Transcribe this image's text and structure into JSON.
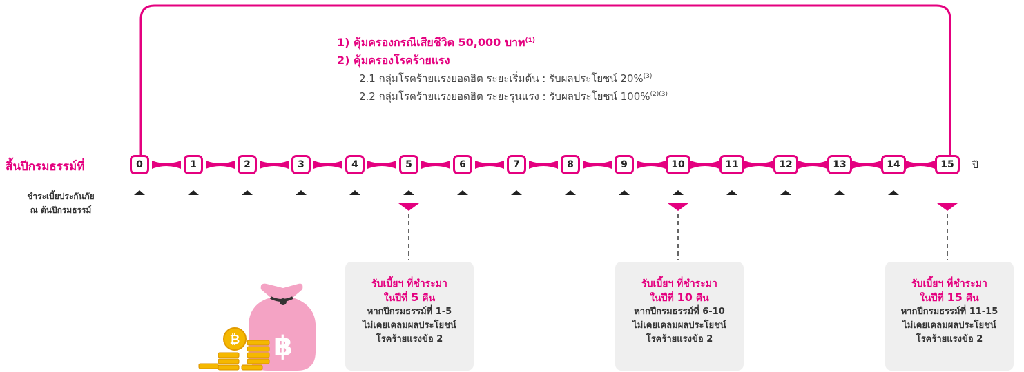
{
  "coverage": {
    "item1_text": "1) คุ้มครองกรณีเสียชีวิต ",
    "item1_amount": "50,000",
    "item1_unit": " บาท",
    "item1_note": "(1)",
    "item2": "2) คุ้มครองโรคร้ายแรง",
    "sub1_text": "2.1 กลุ่มโรคร้ายแรงยอดฮิต ระยะเริ่มต้น : รับผลประโยชน์ 20%",
    "sub1_note": "(3)",
    "sub2_text": "2.2 กลุ่มโรคร้ายแรงยอดฮิต ระยะรุนแรง : รับผลประโยชน์ 100%",
    "sub2_note": "(2)(3)"
  },
  "timeline": {
    "label": "สิ้นปีกรมธรรม์ที่",
    "unit": "ปี",
    "years": [
      "0",
      "1",
      "2",
      "3",
      "4",
      "5",
      "6",
      "7",
      "8",
      "9",
      "10",
      "11",
      "12",
      "13",
      "14",
      "15"
    ],
    "premium_label_1": "ชำระเบี้ยประกันภัย",
    "premium_label_2": "ณ ต้นปีกรมธรรม์"
  },
  "refunds": [
    {
      "line1": "รับเบี้ยฯ ที่ชำระมา",
      "line2_pre": "ในปีที่ ",
      "year": "5",
      "line2_post": " คืน",
      "line3": "หากปีกรมธรรม์ที่ 1-5",
      "line4": "ไม่เคยเคลมผลประโยชน์",
      "line5": "โรคร้ายแรงข้อ 2"
    },
    {
      "line1": "รับเบี้ยฯ ที่ชำระมา",
      "line2_pre": "ในปีที่ ",
      "year": "10",
      "line2_post": " คืน",
      "line3": "หากปีกรมธรรม์ที่ 6-10",
      "line4": "ไม่เคยเคลมผลประโยชน์",
      "line5": "โรคร้ายแรงข้อ 2"
    },
    {
      "line1": "รับเบี้ยฯ ที่ชำระมา",
      "line2_pre": "ในปีที่ ",
      "year": "15",
      "line2_post": " คืน",
      "line3": "หากปีกรมธรรม์ที่ 11-15",
      "line4": "ไม่เคยเคลมผลประโยชน์",
      "line5": "โรคร้ายแรงข้อ 2"
    }
  ],
  "colors": {
    "accent": "#e4007f",
    "box_bg": "#efefef",
    "gold": "#f5b800"
  },
  "icons": {
    "money": "money-bag-icon",
    "coin": "coin-icon"
  },
  "illustration_text": {
    "bag_symbol": "฿",
    "coin_symbol": "₿"
  }
}
